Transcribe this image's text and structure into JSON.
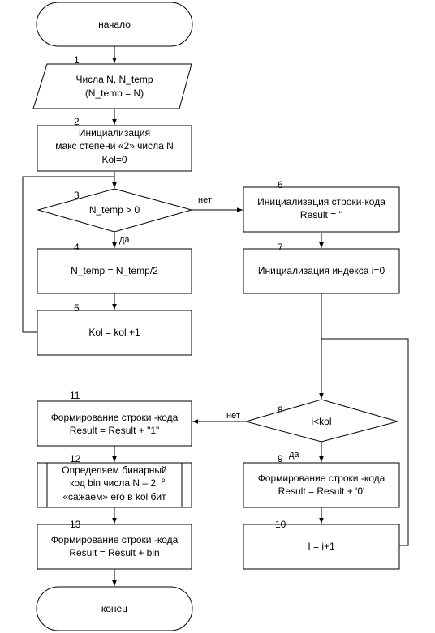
{
  "terminals": {
    "start": "начало",
    "end": "конец"
  },
  "blocks": {
    "b1": {
      "num": "1",
      "lines": [
        "Числа N, N_temp",
        "(N_temp = N)"
      ]
    },
    "b2": {
      "num": "2",
      "lines": [
        "Инициализация",
        "макс степени «2» числа N",
        "Kol=0"
      ]
    },
    "b3": {
      "num": "3",
      "lines": [
        "N_temp > 0"
      ]
    },
    "b4": {
      "num": "4",
      "lines": [
        "N_temp = N_temp/2"
      ]
    },
    "b5": {
      "num": "5",
      "lines": [
        "Kol = kol +1"
      ]
    },
    "b6": {
      "num": "6",
      "lines": [
        "Инициализация строки-кода",
        "Result = ''"
      ]
    },
    "b7": {
      "num": "7",
      "lines": [
        "Инициализация индекса  i=0"
      ]
    },
    "b8": {
      "num": "8",
      "lines": [
        "i<kol"
      ]
    },
    "b9": {
      "num": "9",
      "lines": [
        "Формирование строки -кода",
        "Result = Result + '0'"
      ]
    },
    "b10": {
      "num": "10",
      "lines": [
        "I = i+1"
      ]
    },
    "b11": {
      "num": "11",
      "lines": [
        "Формирование строки -кода",
        "Result = Result + \"1\""
      ]
    },
    "b12": {
      "num": "12",
      "lines": [
        "Определяем бинарный",
        "код bin числа  N – 2",
        "«сажаем» его в kol  бит"
      ],
      "superscript": "p"
    },
    "b13": {
      "num": "13",
      "lines": [
        "Формирование строки -кода",
        "Result = Result + bin"
      ]
    }
  },
  "edge_labels": {
    "b3_no": "нет",
    "b3_yes": "да",
    "b8_no": "нет",
    "b8_yes": "да"
  }
}
